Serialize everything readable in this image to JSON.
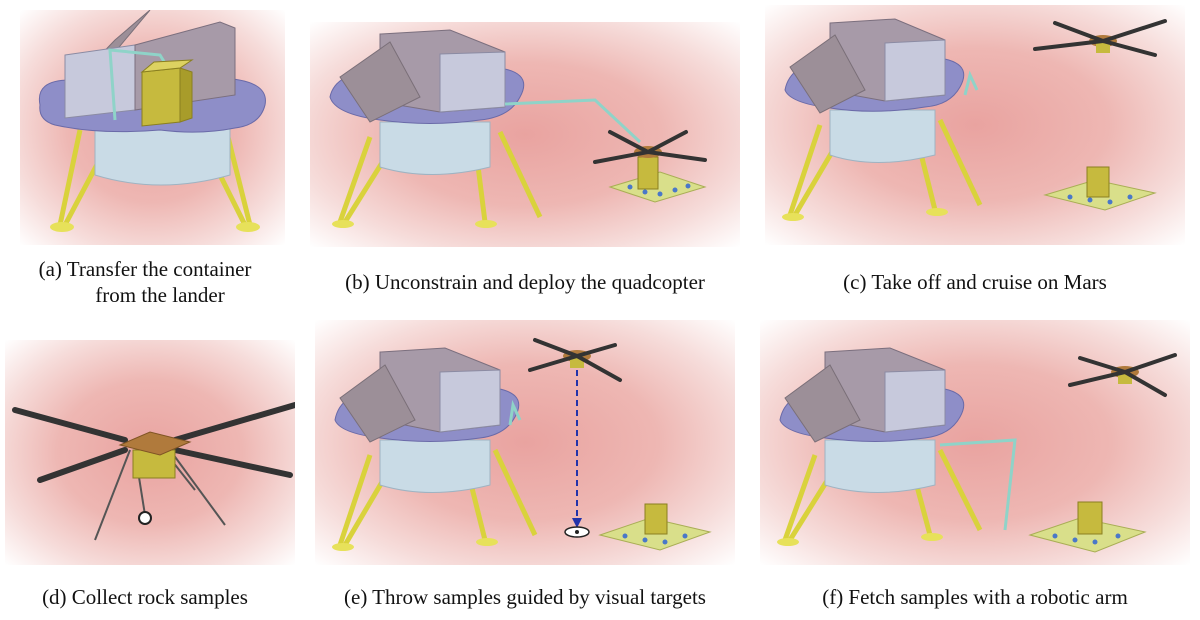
{
  "panels": [
    {
      "caption_line1": "(a) Transfer the container",
      "caption_line2": "from the lander"
    },
    {
      "caption_line1": "(b) Unconstrain and deploy the quadcopter",
      "caption_line2": ""
    },
    {
      "caption_line1": "(c) Take off and cruise on Mars",
      "caption_line2": ""
    },
    {
      "caption_line1": "(d) Collect rock samples",
      "caption_line2": ""
    },
    {
      "caption_line1": "(e) Throw samples guided by visual targets",
      "caption_line2": ""
    },
    {
      "caption_line1": "(f) Fetch samples with a robotic arm",
      "caption_line2": ""
    }
  ],
  "colors": {
    "mars_ground": "#eeb1ad",
    "lander_deck": "#8e8ec8",
    "lander_body": "#c9dbe6",
    "lander_box": "#a79aa8",
    "solar_panel": "#9c8f98",
    "legs": "#e7e15a",
    "container": "#c6ba3e",
    "quadcopter_hub": "#b07a3c",
    "rotor_blade": "#333333",
    "robotic_arm": "#8fd3c8",
    "landing_pad": "#d9df8a",
    "pad_dots": "#4a78c8",
    "throw_trajectory": "#2233aa"
  }
}
